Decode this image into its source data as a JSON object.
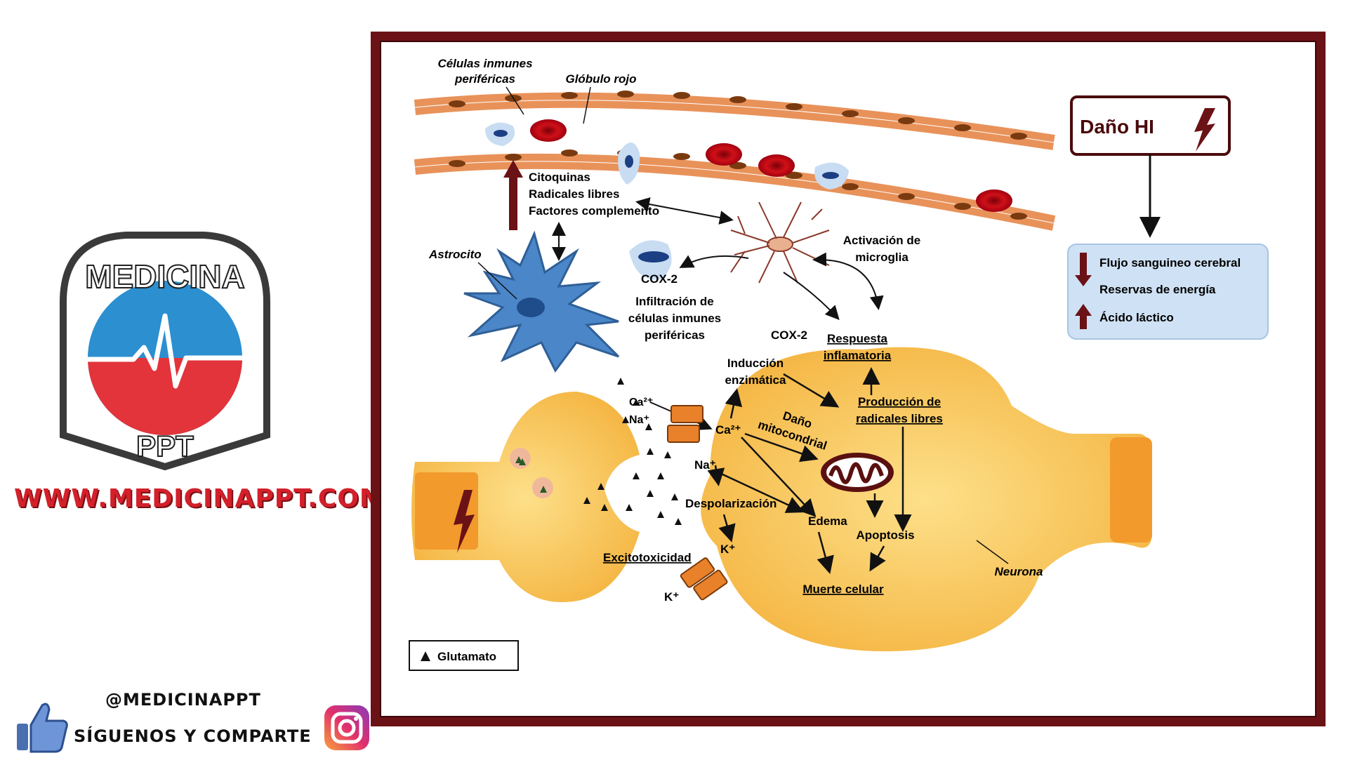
{
  "sidebar": {
    "logo_top_text": "MEDICINA",
    "logo_bottom_text": "PPT",
    "website": "WWW.MEDICINAPPT.COM",
    "handle": "@MEDICINAPPT",
    "follow_text": "SÍGUENOS Y COMPARTE"
  },
  "diagram": {
    "label_peripheral_immune": [
      "Células inmunes",
      "periféricas"
    ],
    "label_red_cell": "Glóbulo rojo",
    "label_astrocyte": "Astrocito",
    "label_microglia": [
      "Activación de",
      "microglia"
    ],
    "signals": [
      "Citoquinas",
      "Radicales libres",
      "Factores complemento"
    ],
    "cox2": "COX-2",
    "infiltration": [
      "Infiltración de",
      "células inmunes",
      "periféricas"
    ],
    "cox2_neuron": "COX-2",
    "inflammatory_response": [
      "Respuesta",
      "inflamatoria"
    ],
    "enzymatic_induction": [
      "Inducción",
      "enzimática"
    ],
    "radical_production": [
      "Producción de",
      "radicales libres"
    ],
    "mito_damage": [
      "Daño",
      "mitocondrial"
    ],
    "ca_ion": "Ca²⁺",
    "na_ion": "Na⁺",
    "k_ion": "K⁺",
    "depolarization": "Despolarización",
    "edema": "Edema",
    "apoptosis": "Apoptosis",
    "cell_death": "Muerte celular",
    "excitotoxicity": "Excitotoxicidad",
    "neuron": "Neurona",
    "legend_glutamate": "Glutamato",
    "hi_damage": "Daño HI",
    "effects": [
      {
        "direction": "down",
        "label": "Flujo sanguineo cerebral"
      },
      {
        "direction": "down",
        "label": "Reservas de energía"
      },
      {
        "direction": "up",
        "label": "Ácido láctico"
      }
    ]
  },
  "colors": {
    "frame": "#6b1216",
    "neuron": "#f7c24a",
    "astrocyte": "#4a86c8",
    "red_cell": "#c8101a",
    "endothelium": "#e8925a",
    "effects_box": "#cfe1f4",
    "brand_red": "#d3202a"
  }
}
